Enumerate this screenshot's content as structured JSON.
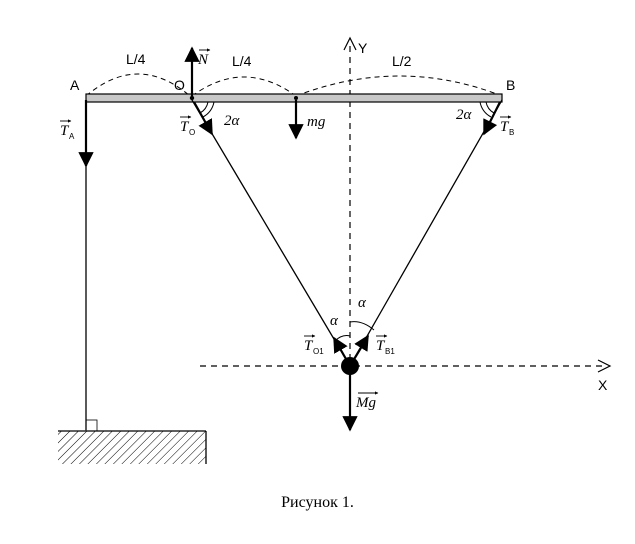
{
  "labels": {
    "A": "A",
    "O": "O",
    "B": "B",
    "Y": "Y",
    "X": "X",
    "N": "N",
    "TA": "T",
    "TA_sub": "A",
    "TO": "T",
    "TO_sub": "O",
    "TB": "T",
    "TB_sub": "B",
    "TO1": "T",
    "TO1_sub": "O1",
    "TB1": "T",
    "TB1_sub": "B1",
    "mg": "mg",
    "Mg": "Mg",
    "two_alpha_left": "2α",
    "two_alpha_right": "2α",
    "alpha_left": "α",
    "alpha_right": "α",
    "L4_first": "L/4",
    "L4_second": "L/4",
    "L2": "L/2"
  },
  "caption": "Рисунок 1."
}
